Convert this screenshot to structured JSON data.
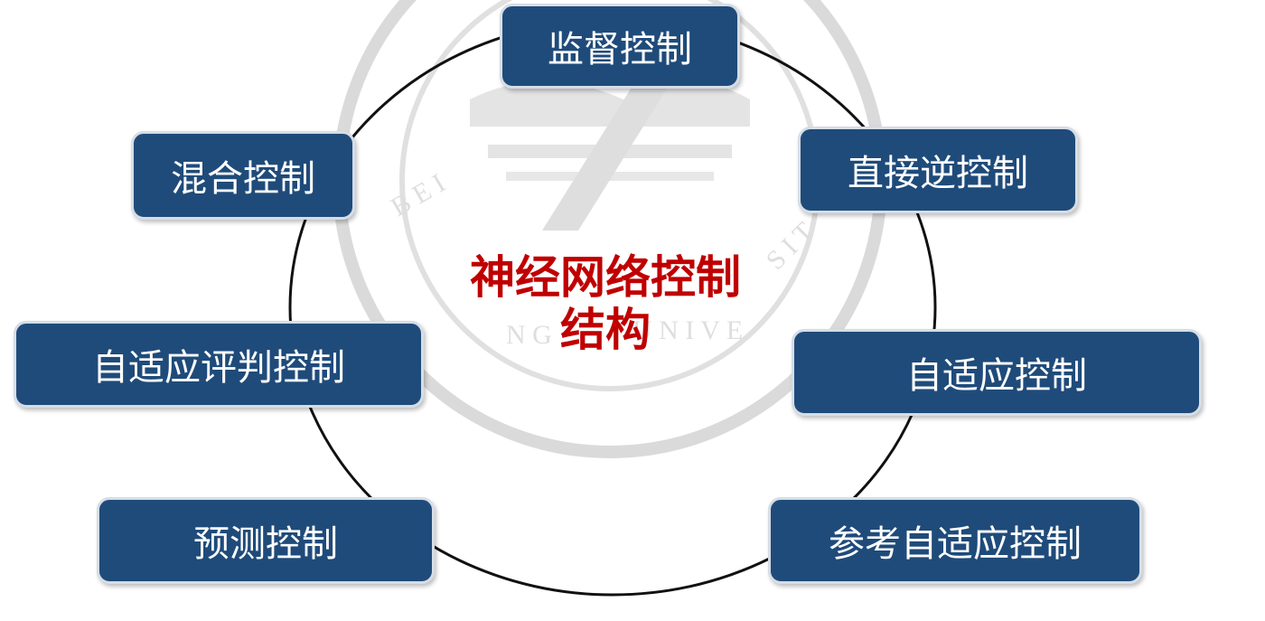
{
  "center": {
    "line1": "神经网络控制",
    "line2": "结构"
  },
  "nodes": {
    "top": "监督控制",
    "right_upper": "直接逆控制",
    "right_middle": "自适应控制",
    "right_lower": "参考自适应控制",
    "left_upper": "混合控制",
    "left_middle": "自适应评判控制",
    "left_lower": "预测控制"
  },
  "watermark": {
    "name": "university-seal-watermark",
    "text_visible": "BEIYANG UNIVERSITY"
  },
  "colors": {
    "node_fill": "#1f4b7a",
    "node_text": "#ffffff",
    "center_text": "#c00000",
    "circle": "#111111",
    "watermark": "#c9c9c9"
  }
}
